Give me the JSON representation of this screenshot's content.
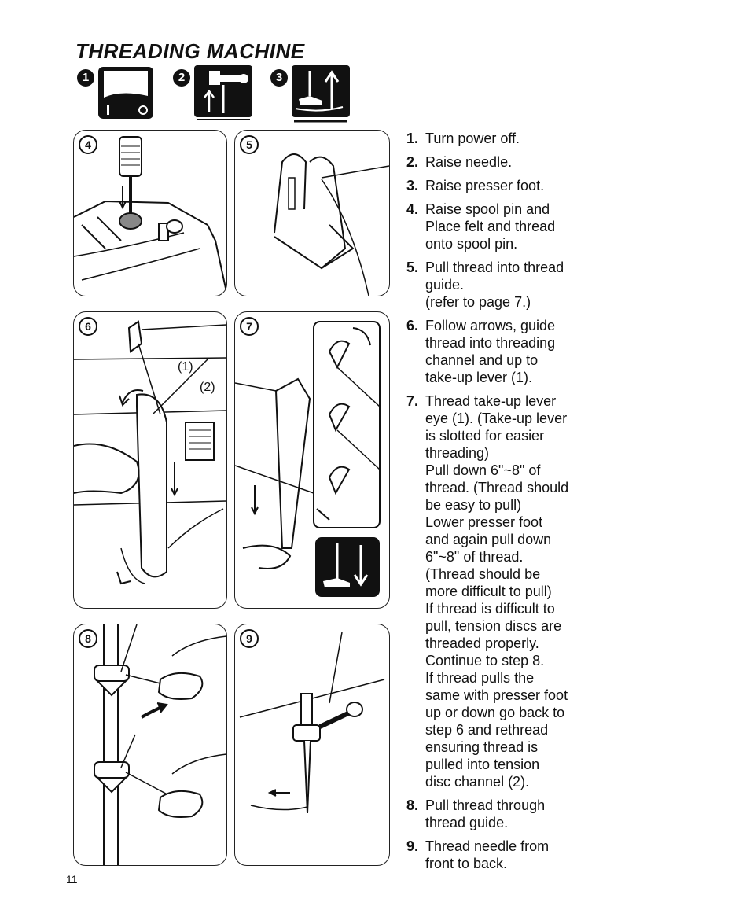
{
  "title": "THREADING MACHINE",
  "top_icons": [
    {
      "number": "1",
      "icon": "power-switch-icon"
    },
    {
      "number": "2",
      "icon": "needle-up-icon"
    },
    {
      "number": "3",
      "icon": "presser-foot-up-icon"
    }
  ],
  "panels": [
    {
      "number": "4",
      "icon": "spool-pin-illustration"
    },
    {
      "number": "5",
      "icon": "thread-guide-illustration"
    },
    {
      "number": "6",
      "icon": "threading-channel-illustration",
      "labels": [
        "(1)",
        "(2)"
      ]
    },
    {
      "number": "7",
      "icon": "take-up-lever-illustration"
    },
    {
      "number": "8",
      "icon": "thread-guide-lower-illustration"
    },
    {
      "number": "9",
      "icon": "needle-threading-illustration"
    }
  ],
  "steps": [
    {
      "num": "1.",
      "text": "Turn power off."
    },
    {
      "num": "2.",
      "text": "Raise needle."
    },
    {
      "num": "3.",
      "text": "Raise presser foot."
    },
    {
      "num": "4.",
      "text": "Raise spool pin and\nPlace felt and thread\nonto spool pin."
    },
    {
      "num": "5.",
      "text": "Pull thread into thread\nguide.\n(refer to page 7.)"
    },
    {
      "num": "6.",
      "text": "Follow arrows, guide\nthread into threading\nchannel and up to\ntake-up lever (1)."
    },
    {
      "num": "7.",
      "text": "Thread take-up lever\neye (1). (Take-up lever\nis slotted for easier\nthreading)\nPull down 6\"~8\" of\nthread. (Thread should\nbe easy to pull)\nLower presser foot\nand again pull down\n6\"~8\" of thread.\n(Thread should be\nmore difficult to pull)\nIf thread is difficult to\npull, tension discs are\nthreaded properly.\nContinue to step 8.\nIf thread pulls the\nsame with presser foot\nup or down go back to\nstep 6 and rethread\nensuring thread is\npulled into tension\ndisc channel (2)."
    },
    {
      "num": "8.",
      "text": "Pull thread through\nthread guide."
    },
    {
      "num": "9.",
      "text": "Thread needle from\nfront to back."
    }
  ],
  "page_number": "11"
}
